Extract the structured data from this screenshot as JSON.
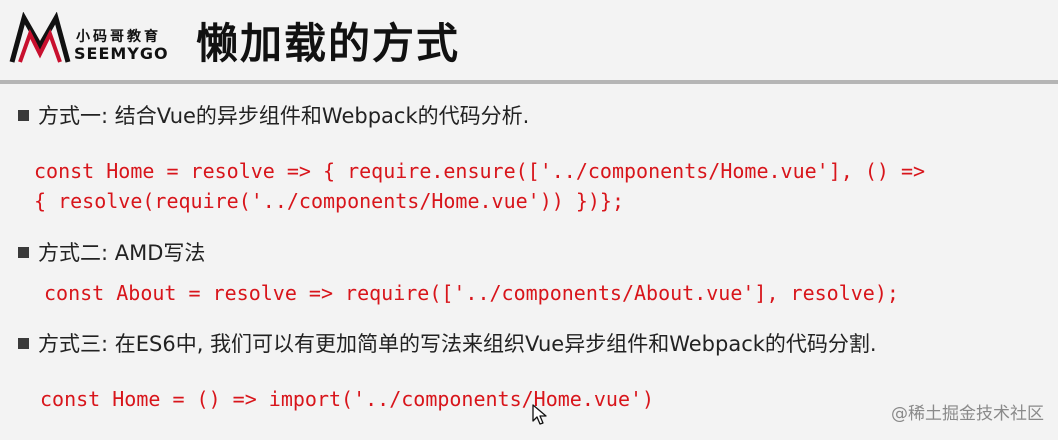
{
  "logo": {
    "brand_cn": "小码哥教育",
    "brand_en": "SEEMYGO"
  },
  "title": "懒加载的方式",
  "bullets": [
    {
      "label": "方式一: 结合Vue的异步组件和Webpack的代码分析.",
      "code_lines": [
        "const Home = resolve => { require.ensure(['../components/Home.vue'], () =>",
        "{ resolve(require('../components/Home.vue')) })};"
      ]
    },
    {
      "label": "方式二: AMD写法",
      "code_lines": [
        "const About = resolve => require(['../components/About.vue'], resolve);"
      ]
    },
    {
      "label": "方式三: 在ES6中, 我们可以有更加简单的写法来组织Vue异步组件和Webpack的代码分割.",
      "code_lines": [
        "const Home = () => import('../components/Home.vue')"
      ]
    }
  ],
  "watermark": "@稀土掘金技术社区",
  "colors": {
    "code": "#d8151b",
    "logo_accent": "#c8102e",
    "divider": "#b5b5b5"
  }
}
